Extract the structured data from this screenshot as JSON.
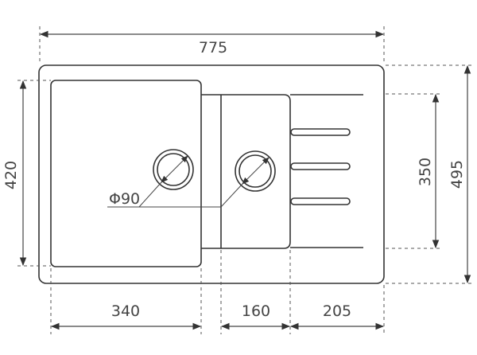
{
  "dimensions": {
    "overall_width": "775",
    "overall_depth": "495",
    "main_bowl_depth": "420",
    "small_bowl_depth": "350",
    "main_bowl_width": "340",
    "small_bowl_width": "160",
    "drainer_width": "205",
    "drain_diameter": "Φ90"
  }
}
